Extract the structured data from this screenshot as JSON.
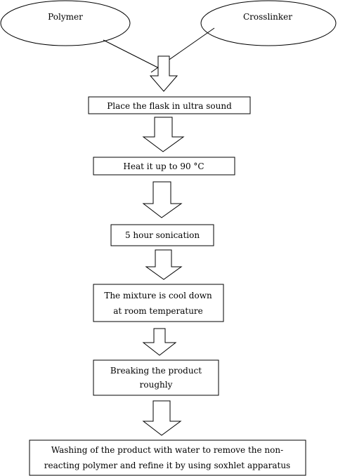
{
  "diagram": {
    "inputs": {
      "polymer": "Polymer",
      "crosslinker": "Crosslinker"
    },
    "steps": {
      "step1": "Place the flask in ultra sound",
      "step2": "Heat it up to 90 °C",
      "step3": "5 hour sonication",
      "step4_line1": "The mixture is cool down",
      "step4_line2": "at room temperature",
      "step5_line1": "Breaking the product",
      "step5_line2": "roughly",
      "step6_line1": "Washing of the product with water to remove the non-",
      "step6_line2": "reacting polymer and refine it by using soxhlet apparatus"
    },
    "colors": {
      "stroke": "#000000",
      "fill": "#ffffff",
      "background": "#ffffff"
    }
  }
}
